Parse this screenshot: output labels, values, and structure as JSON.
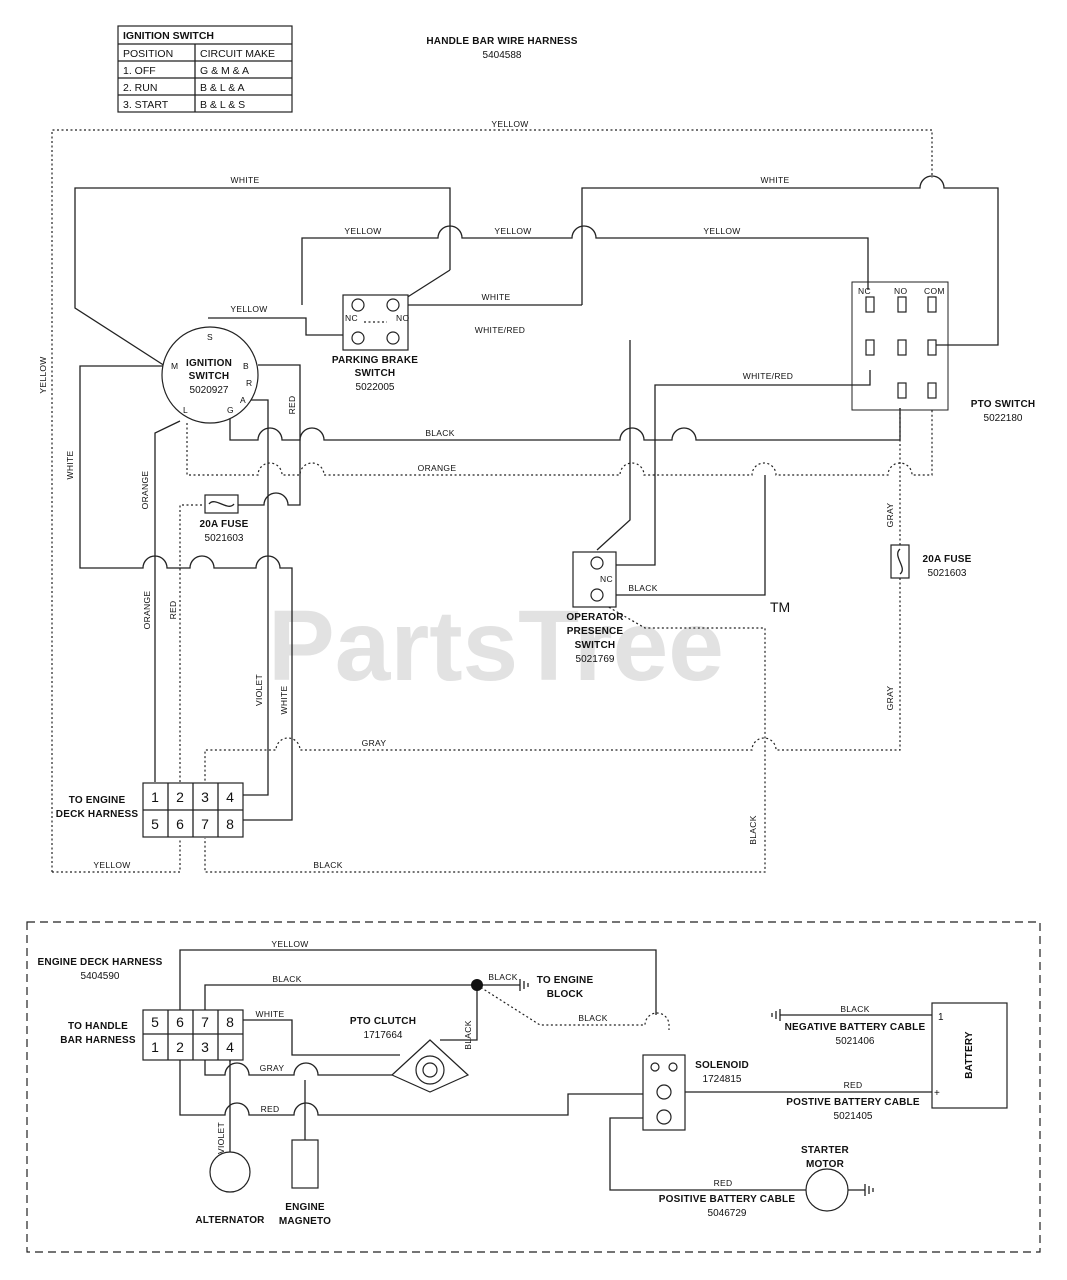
{
  "table": {
    "header": "IGNITION SWITCH",
    "col_position": "POSITION",
    "col_circuit": "CIRCUIT MAKE",
    "rows": [
      {
        "position": "1. OFF",
        "circuit": "G & M & A"
      },
      {
        "position": "2. RUN",
        "circuit": "B & L & A"
      },
      {
        "position": "3. START",
        "circuit": "B & L & S"
      }
    ]
  },
  "handlebar_harness": {
    "name": "HANDLE BAR WIRE HARNESS",
    "part": "5404588"
  },
  "wires": {
    "yellow": "YELLOW",
    "white": "WHITE",
    "white_red": "WHITE/RED",
    "black": "BLACK",
    "orange": "ORANGE",
    "red": "RED",
    "gray": "GRAY",
    "violet": "VIOLET"
  },
  "ignition_switch": {
    "line1": "IGNITION",
    "line2": "SWITCH",
    "part": "5020927",
    "terminals": {
      "s": "S",
      "m": "M",
      "b": "B",
      "r": "R",
      "l": "L",
      "g": "G",
      "a": "A"
    }
  },
  "parking_brake": {
    "line1": "PARKING BRAKE",
    "line2": "SWITCH",
    "part": "5022005",
    "nc": "NC",
    "no": "NO"
  },
  "pto_switch": {
    "name": "PTO SWITCH",
    "part": "5022180",
    "col1": "NC",
    "col2": "NO",
    "col3": "COM"
  },
  "fuse_left": {
    "name": "20A FUSE",
    "part": "5021603"
  },
  "fuse_right": {
    "name": "20A FUSE",
    "part": "5021603"
  },
  "operator_switch": {
    "line1": "OPERATOR",
    "line2": "PRESENCE",
    "line3": "SWITCH",
    "part": "5021769",
    "nc": "NC"
  },
  "connector_top": {
    "line1": "TO ENGINE",
    "line2": "DECK HARNESS",
    "pins_top": [
      "1",
      "2",
      "3",
      "4"
    ],
    "pins_bottom": [
      "5",
      "6",
      "7",
      "8"
    ]
  },
  "engine_deck_harness": {
    "name": "ENGINE DECK HARNESS",
    "part": "5404590"
  },
  "connector_bottom": {
    "line1": "TO HANDLE",
    "line2": "BAR HARNESS",
    "pins_top": [
      "5",
      "6",
      "7",
      "8"
    ],
    "pins_bottom": [
      "1",
      "2",
      "3",
      "4"
    ]
  },
  "engine_block": {
    "line1": "TO ENGINE",
    "line2": "BLOCK"
  },
  "pto_clutch": {
    "name": "PTO CLUTCH",
    "part": "1717664"
  },
  "solenoid": {
    "name": "SOLENOID",
    "part": "1724815"
  },
  "neg_cable": {
    "name": "NEGATIVE BATTERY CABLE",
    "part": "5021406"
  },
  "pos_cable": {
    "name": "POSTIVE BATTERY CABLE",
    "part": "5021405"
  },
  "pos_cable2": {
    "name": "POSITIVE BATTERY CABLE",
    "part": "5046729"
  },
  "battery": {
    "name": "BATTERY",
    "plus": "+",
    "one": "1"
  },
  "starter": {
    "line1": "STARTER",
    "line2": "MOTOR"
  },
  "alternator": {
    "name": "ALTERNATOR"
  },
  "magneto": {
    "line1": "ENGINE",
    "line2": "MAGNETO"
  },
  "watermark": {
    "text": "PartsTree",
    "tm": "TM"
  }
}
